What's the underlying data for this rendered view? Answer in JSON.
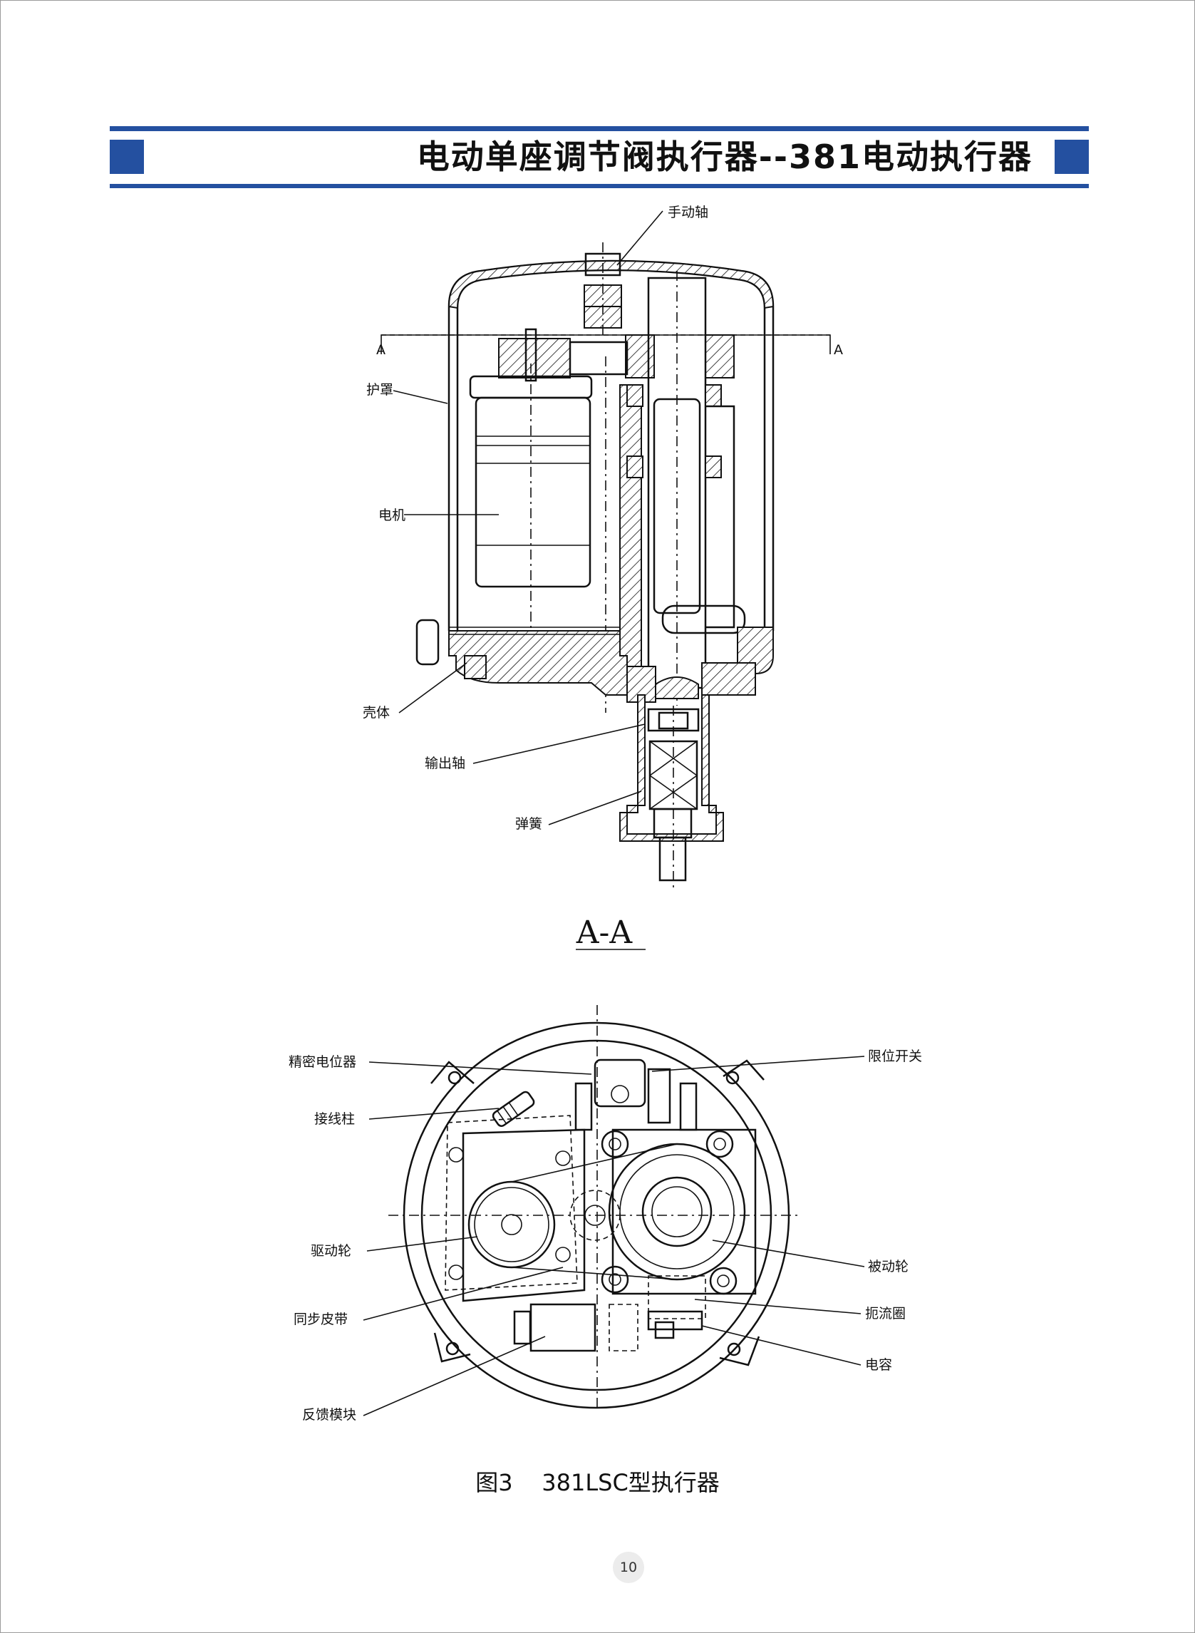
{
  "header": {
    "title": "电动单座调节阀执行器--381电动执行器",
    "accent_color": "#2450a0"
  },
  "section_view": {
    "title": "A-A",
    "cut_mark": "A",
    "labels": {
      "manual_shaft": "手动轴",
      "cover": "护罩",
      "motor": "电机",
      "housing": "壳体",
      "output_shaft": "输出轴",
      "spring": "弹簧"
    }
  },
  "top_view": {
    "labels": {
      "potentiometer": "精密电位器",
      "terminal": "接线柱",
      "drive_wheel": "驱动轮",
      "timing_belt": "同步皮带",
      "feedback_module": "反馈模块",
      "limit_switch": "限位开关",
      "driven_wheel": "被动轮",
      "choke_coil": "扼流圈",
      "capacitor": "电容"
    }
  },
  "figure": {
    "caption": "图3    381LSC型执行器"
  },
  "page_number": "10"
}
